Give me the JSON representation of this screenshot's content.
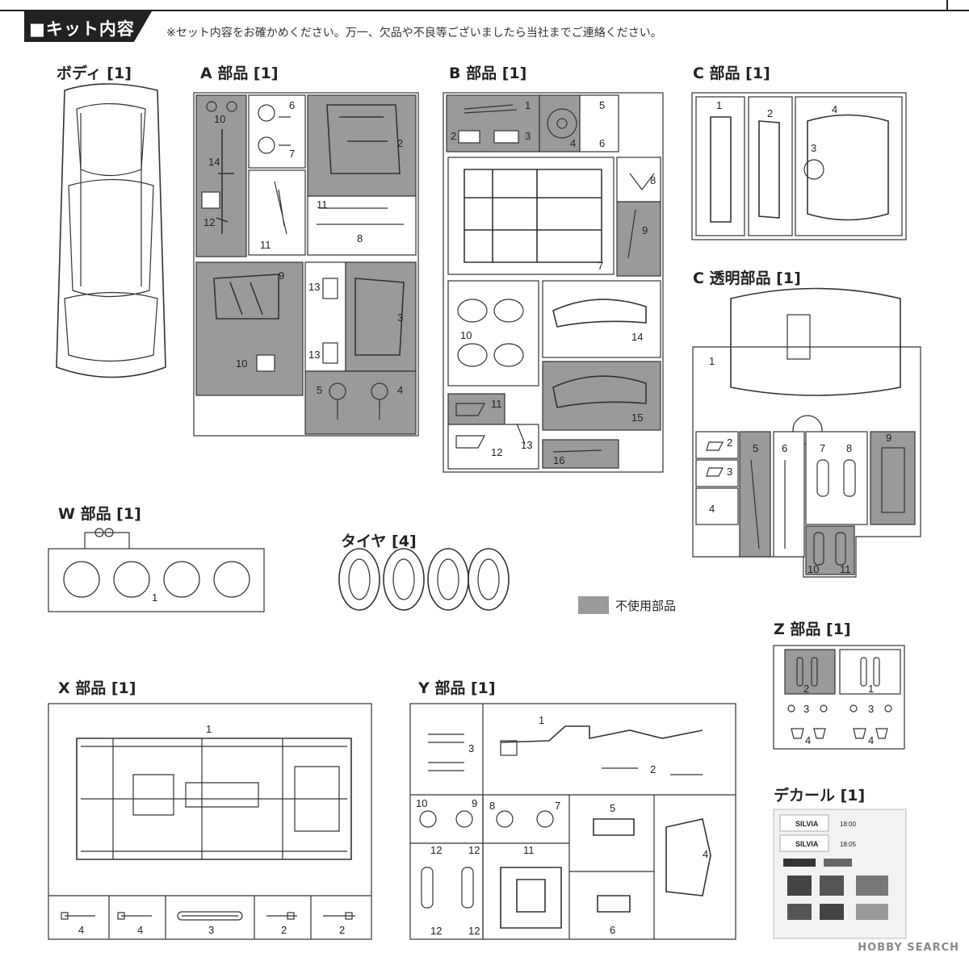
{
  "header": {
    "title": "■キット内容",
    "note": "※セット内容をお確かめください。万一、欠品や不良等ございましたら当社までご連絡ください。"
  },
  "sections": {
    "body": "ボディ [1]",
    "a": "A 部品 [1]",
    "b": "B 部品 [1]",
    "c": "C 部品 [1]",
    "c_clear": "C 透明部品 [1]",
    "w": "W 部品 [1]",
    "tire": "タイヤ [4]",
    "z": "Z 部品 [1]",
    "x": "X 部品 [1]",
    "y": "Y 部品 [1]",
    "decal": "デカール [1]"
  },
  "legend": {
    "unused_label": "不使用部品",
    "unused_color": "#9a9a9a"
  },
  "decal_text": {
    "line1": "SILVIA",
    "line2": "SILVIA",
    "time1": "18:00",
    "time2": "18:05"
  },
  "watermark": "HOBBY SEARCH",
  "part_numbers": {
    "a": [
      "10",
      "14",
      "12",
      "6",
      "7",
      "2",
      "11",
      "11",
      "8",
      "9",
      "10",
      "13",
      "13",
      "3",
      "5",
      "4"
    ],
    "b": [
      "1",
      "2",
      "3",
      "4",
      "5",
      "6",
      "7",
      "8",
      "9",
      "10",
      "14",
      "15",
      "11",
      "12",
      "13",
      "16"
    ],
    "c": [
      "1",
      "2",
      "3",
      "4"
    ],
    "c_clear": [
      "1",
      "2",
      "3",
      "4",
      "5",
      "6",
      "7",
      "8",
      "9",
      "10",
      "11"
    ],
    "w": [
      "1"
    ],
    "z": [
      "2",
      "1",
      "3",
      "3",
      "4",
      "4"
    ],
    "x": [
      "1",
      "4",
      "4",
      "3",
      "2",
      "2"
    ],
    "y": [
      "1",
      "2",
      "3",
      "10",
      "9",
      "8",
      "7",
      "5",
      "4",
      "12",
      "12",
      "11",
      "12",
      "12",
      "6"
    ]
  }
}
